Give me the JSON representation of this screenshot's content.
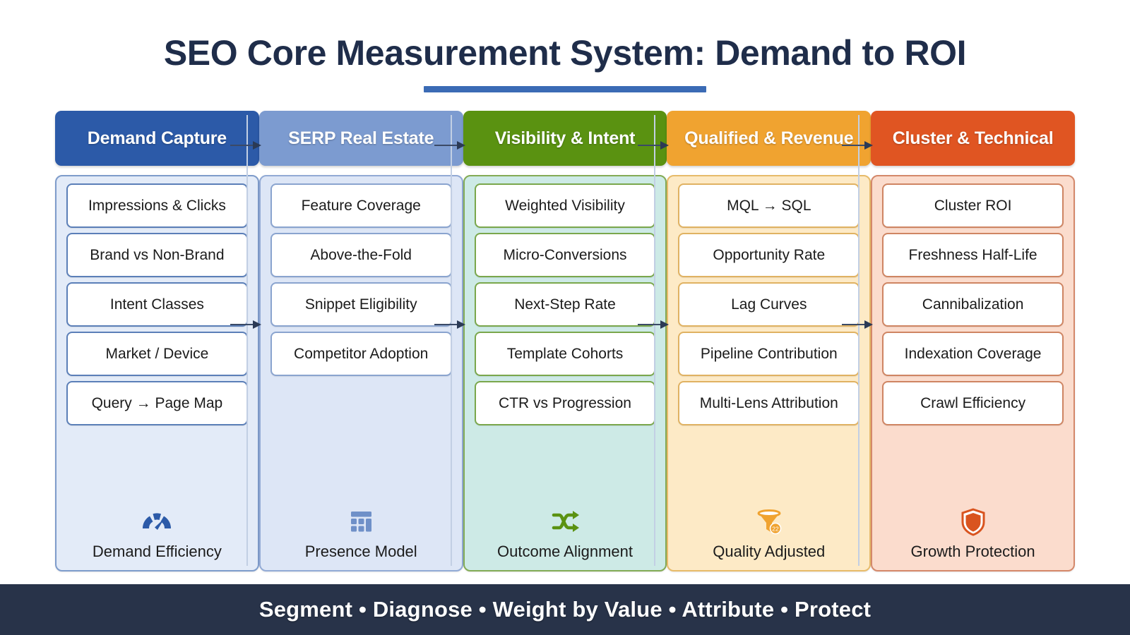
{
  "title": "SEO Core Measurement System: Demand to ROI",
  "footer_text": "Segment • Diagnose • Weight by Value • Attribute • Protect",
  "palette": {
    "title_color": "#1f2d4a",
    "title_rule": "#3b6bb5",
    "footer_bg": "#283349",
    "divider": "#c2cfe4",
    "arrow": "#2b3a55",
    "page_bg": "#ffffff"
  },
  "columns": [
    {
      "header": "Demand Capture",
      "header_bg": "#2c5aa8",
      "panel_bg": "#e3ebf8",
      "panel_border": "#7e9ccb",
      "cell_border": "#5b7fb8",
      "icon": "gauge-icon",
      "icon_color": "#2c5aa8",
      "footer_label": "Demand Efficiency",
      "items": [
        "Impressions & Clicks",
        "Brand vs Non-Brand",
        "Intent Classes",
        "Market / Device",
        "Query → Page Map"
      ]
    },
    {
      "header": "SERP Real Estate",
      "header_bg": "#7c9bd0",
      "panel_bg": "#dde6f6",
      "panel_border": "#92aad5",
      "cell_border": "#8aa4cf",
      "icon": "grid-layout-icon",
      "icon_color": "#6f90c8",
      "footer_label": "Presence Model",
      "items": [
        "Feature Coverage",
        "Above-the-Fold",
        "Snippet Eligibility",
        "Competitor Adoption"
      ]
    },
    {
      "header": "Visibility & Intent",
      "header_bg": "#5a9211",
      "panel_bg": "#cdeae6",
      "panel_border": "#83ab55",
      "cell_border": "#7aa74c",
      "icon": "shuffle-icon",
      "icon_color": "#5a9211",
      "footer_label": "Outcome Alignment",
      "items": [
        "Weighted Visibility",
        "Micro-Conversions",
        "Next-Step Rate",
        "Template Cohorts",
        "CTR vs Progression"
      ]
    },
    {
      "header": "Qualified & Revenue",
      "header_bg": "#f0a330",
      "panel_bg": "#fdeac6",
      "panel_border": "#e7bb6a",
      "cell_border": "#e0b262",
      "icon": "funnel-icon",
      "icon_color": "#f0a330",
      "footer_label": "Quality Adjusted",
      "items": [
        "MQL → SQL",
        "Opportunity Rate",
        "Lag Curves",
        "Pipeline Contribution",
        "Multi-Lens Attribution"
      ]
    },
    {
      "header": "Cluster & Technical",
      "header_bg": "#e05522",
      "panel_bg": "#fbdccd",
      "panel_border": "#d4886a",
      "cell_border": "#cf8563",
      "icon": "shield-icon",
      "icon_color": "#d9541f",
      "footer_label": "Growth Protection",
      "items": [
        "Cluster ROI",
        "Freshness Half-Life",
        "Cannibalization",
        "Indexation Coverage",
        "Crawl Efficiency"
      ]
    }
  ]
}
